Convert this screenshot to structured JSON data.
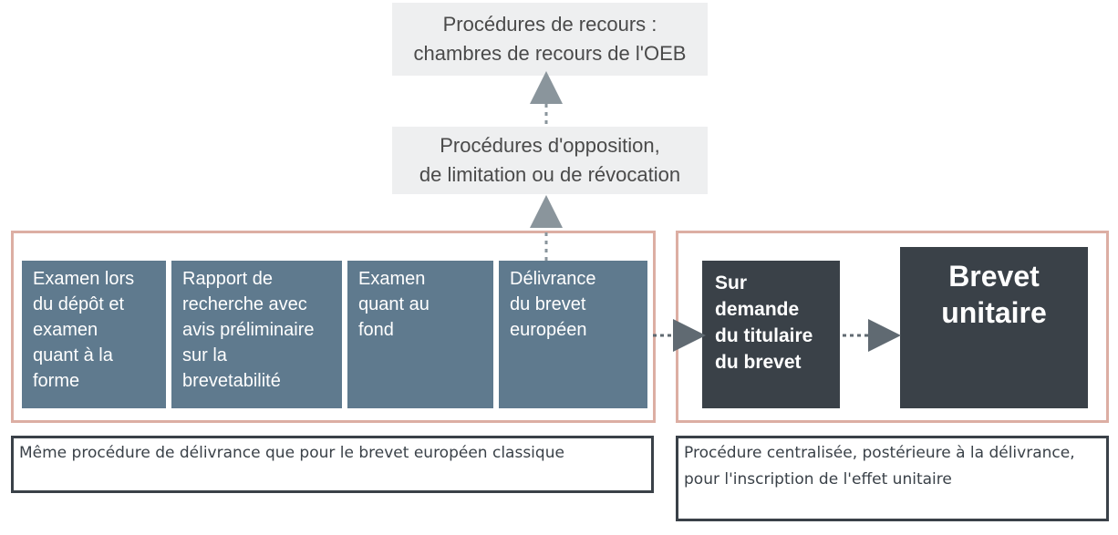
{
  "appeal": {
    "text": "Procédures de recours :\nchambres de recours de l'OEB"
  },
  "opposition": {
    "text": "Procédures d'opposition,\nde limitation ou de révocation"
  },
  "grant_steps": [
    {
      "label": "Examen lors\ndu dépôt et\nexamen\nquant à la\nforme"
    },
    {
      "label": "Rapport de\nrecherche avec\navis préliminaire\nsur la\nbrevetabilité"
    },
    {
      "label": "Examen\nquant au\nfond"
    },
    {
      "label": "Délivrance\ndu brevet\neuropéen"
    }
  ],
  "request": {
    "label": "Sur\ndemande\ndu titulaire\ndu brevet"
  },
  "unitary": {
    "label": "Brevet\nunitaire"
  },
  "captions": {
    "left": "Même procédure de délivrance que pour le brevet européen classique",
    "right": "Procédure centralisée, postérieure à la délivrance, pour l'inscription de l'effet unitaire"
  },
  "colors": {
    "frame": "#dcaea3",
    "step": "#5f7a8e",
    "dark": "#3a4148",
    "grey_box": "#eeeff0",
    "arrow": "#8a959c"
  }
}
